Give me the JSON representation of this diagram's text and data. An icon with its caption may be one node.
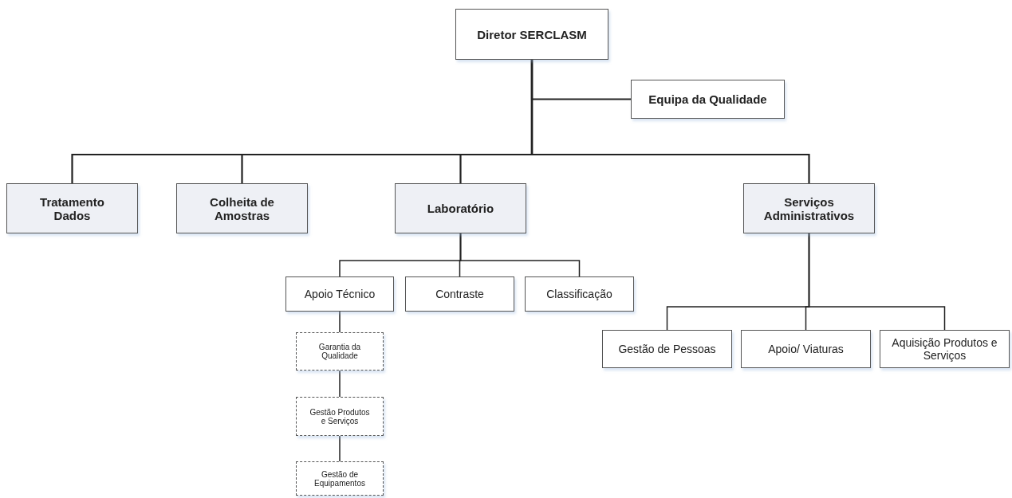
{
  "diagram": {
    "nodes": [
      {
        "text": [
          "Diretor SERCLASM"
        ]
      },
      {
        "text": [
          "Equipa da Qualidade"
        ]
      },
      {
        "text": [
          "Tratamento Dados"
        ]
      },
      {
        "text": [
          "Colheita de Amostras"
        ]
      },
      {
        "text": [
          "Laboratório"
        ]
      },
      {
        "text": [
          "Serviços Administrativos"
        ]
      },
      {
        "text": [
          "Apoio Técnico"
        ]
      },
      {
        "text": [
          "Contraste"
        ]
      },
      {
        "text": [
          "Classificação"
        ]
      },
      {
        "text": [
          "Garantia da Qualidade"
        ]
      },
      {
        "text": [
          "Gestão Produtos e Serviços"
        ]
      },
      {
        "text": [
          "Gestão de Equipamentos"
        ]
      },
      {
        "text": [
          "Gestão de Pessoas"
        ]
      },
      {
        "text": [
          "Apoio/ Viaturas"
        ]
      },
      {
        "text": [
          "Aquisição Produtos e Serviços"
        ]
      }
    ],
    "edges": [
      {
        "from": 0,
        "to": 1,
        "arrow": "none"
      },
      {
        "from": 0,
        "to": 2,
        "arrow": "none"
      },
      {
        "from": 0,
        "to": 3,
        "arrow": "none"
      },
      {
        "from": 0,
        "to": 4,
        "arrow": "none"
      },
      {
        "from": 0,
        "to": 5,
        "arrow": "none"
      },
      {
        "from": 4,
        "to": 6,
        "arrow": "none"
      },
      {
        "from": 4,
        "to": 7,
        "arrow": "none"
      },
      {
        "from": 4,
        "to": 8,
        "arrow": "none"
      },
      {
        "from": 6,
        "to": 9,
        "arrow": "none"
      },
      {
        "from": 9,
        "to": 10,
        "arrow": "none"
      },
      {
        "from": 10,
        "to": 11,
        "arrow": "none"
      },
      {
        "from": 5,
        "to": 12,
        "arrow": "none"
      },
      {
        "from": 5,
        "to": 13,
        "arrow": "none"
      },
      {
        "from": 5,
        "to": 14,
        "arrow": "none"
      }
    ]
  }
}
